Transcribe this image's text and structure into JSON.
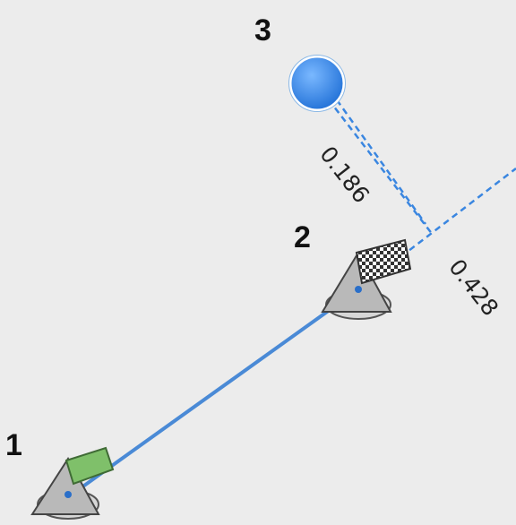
{
  "map": {
    "waypoints": [
      {
        "label": "1",
        "icon": "green-flag-buoy-icon",
        "flag_color": "#7fc06a"
      },
      {
        "label": "2",
        "icon": "checkered-flag-buoy-icon"
      },
      {
        "label": "3",
        "icon": "blue-target-marker-icon",
        "color": "#3b8fe6"
      }
    ],
    "route_color": "#4a8ad6",
    "measure_color": "#3a86e0",
    "distances": [
      {
        "value": "0.186"
      },
      {
        "value": "0.428"
      }
    ]
  }
}
